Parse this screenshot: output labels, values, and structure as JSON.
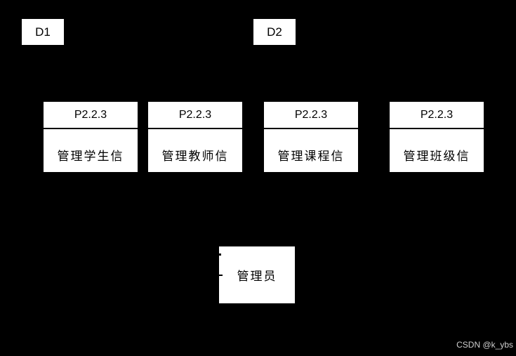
{
  "diagram": {
    "type": "data-flow-diagram",
    "colors": {
      "background": "#000000",
      "box_fill": "#ffffff",
      "box_text": "#000000",
      "divider": "#000000",
      "watermark_text": "#cfcfcf"
    },
    "data_stores": [
      {
        "label": "D1"
      },
      {
        "label": "D2"
      }
    ],
    "processes": [
      {
        "id": "P2.2.3",
        "label": "管理学生信"
      },
      {
        "id": "P2.2.3",
        "label": "管理教师信"
      },
      {
        "id": "P2.2.3",
        "label": "管理课程信"
      },
      {
        "id": "P2.2.3",
        "label": "管理班级信"
      }
    ],
    "entity": {
      "label": "管理员"
    }
  },
  "watermark": {
    "text": "CSDN @k_ybs"
  }
}
